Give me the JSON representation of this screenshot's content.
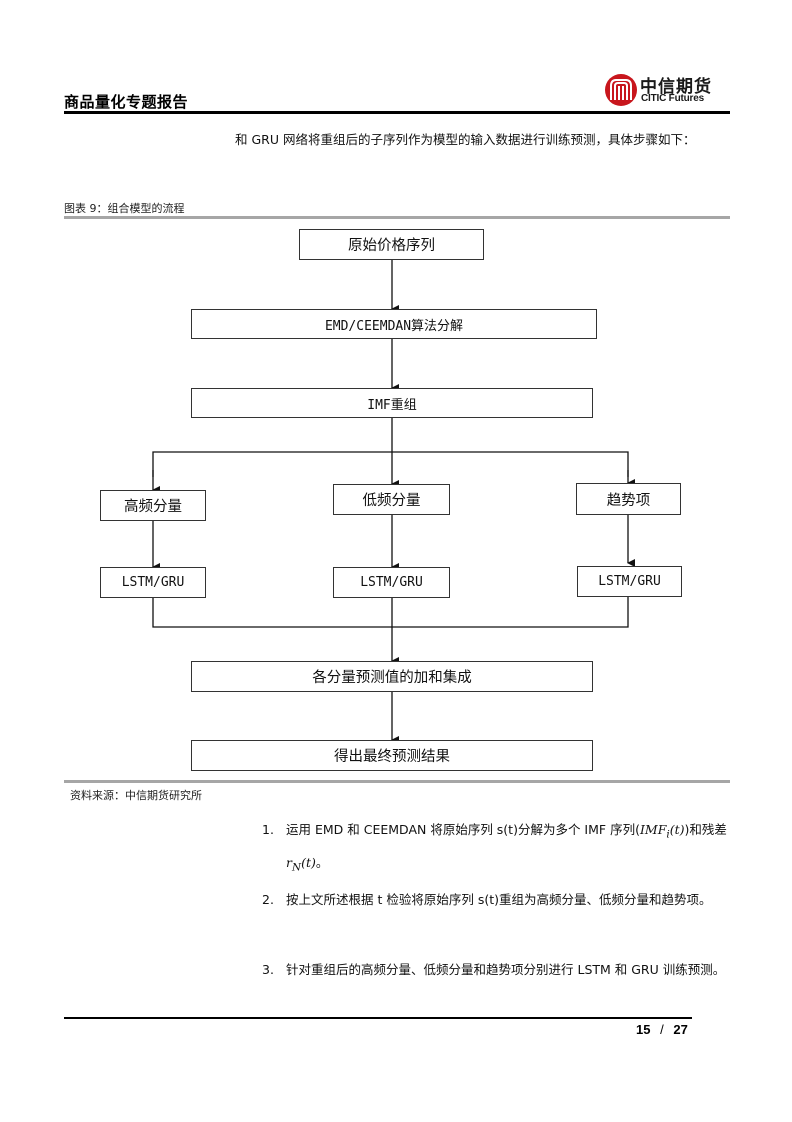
{
  "header": {
    "report_title": "商品量化专题报告",
    "logo_cn": "中信期货",
    "logo_en": "CITIC Futures",
    "brand_color": "#c8161d"
  },
  "intro_text": "和 GRU 网络将重组后的子序列作为模型的输入数据进行训练预测，具体步骤如下：",
  "figure": {
    "caption": "图表 9：组合模型的流程",
    "nodes": {
      "raw_series": "原始价格序列",
      "decompose": "EMD/CEEMDAN算法分解",
      "imf_regroup": "IMF重组",
      "high_freq": "高频分量",
      "low_freq": "低频分量",
      "trend": "趋势项",
      "model_high": "LSTM/GRU",
      "model_low": "LSTM/GRU",
      "model_trend": "LSTM/GRU",
      "ensemble": "各分量预测值的加和集成",
      "final": "得出最终预测结果"
    },
    "source": "资料来源：中信期货研究所"
  },
  "steps": [
    {
      "num": "1.",
      "text_a": "运用 EMD 和 CEEMDAN 将原始序列 s(t)分解为多个 IMF 序列(",
      "math_a": "IMF",
      "sub_a": "i",
      "math_a2": "(t)",
      "text_b": ")和残差",
      "math_b": "r",
      "sub_b": "N",
      "math_b2": "(t)",
      "text_c": "。"
    },
    {
      "num": "2.",
      "text": "按上文所述根据 t 检验将原始序列 s(t)重组为高频分量、低频分量和趋势项。"
    },
    {
      "num": "3.",
      "text": "针对重组后的高频分量、低频分量和趋势项分别进行 LSTM 和 GRU 训练预测。"
    }
  ],
  "footer": {
    "page_current": "15",
    "page_sep": "/",
    "page_total": "27"
  }
}
